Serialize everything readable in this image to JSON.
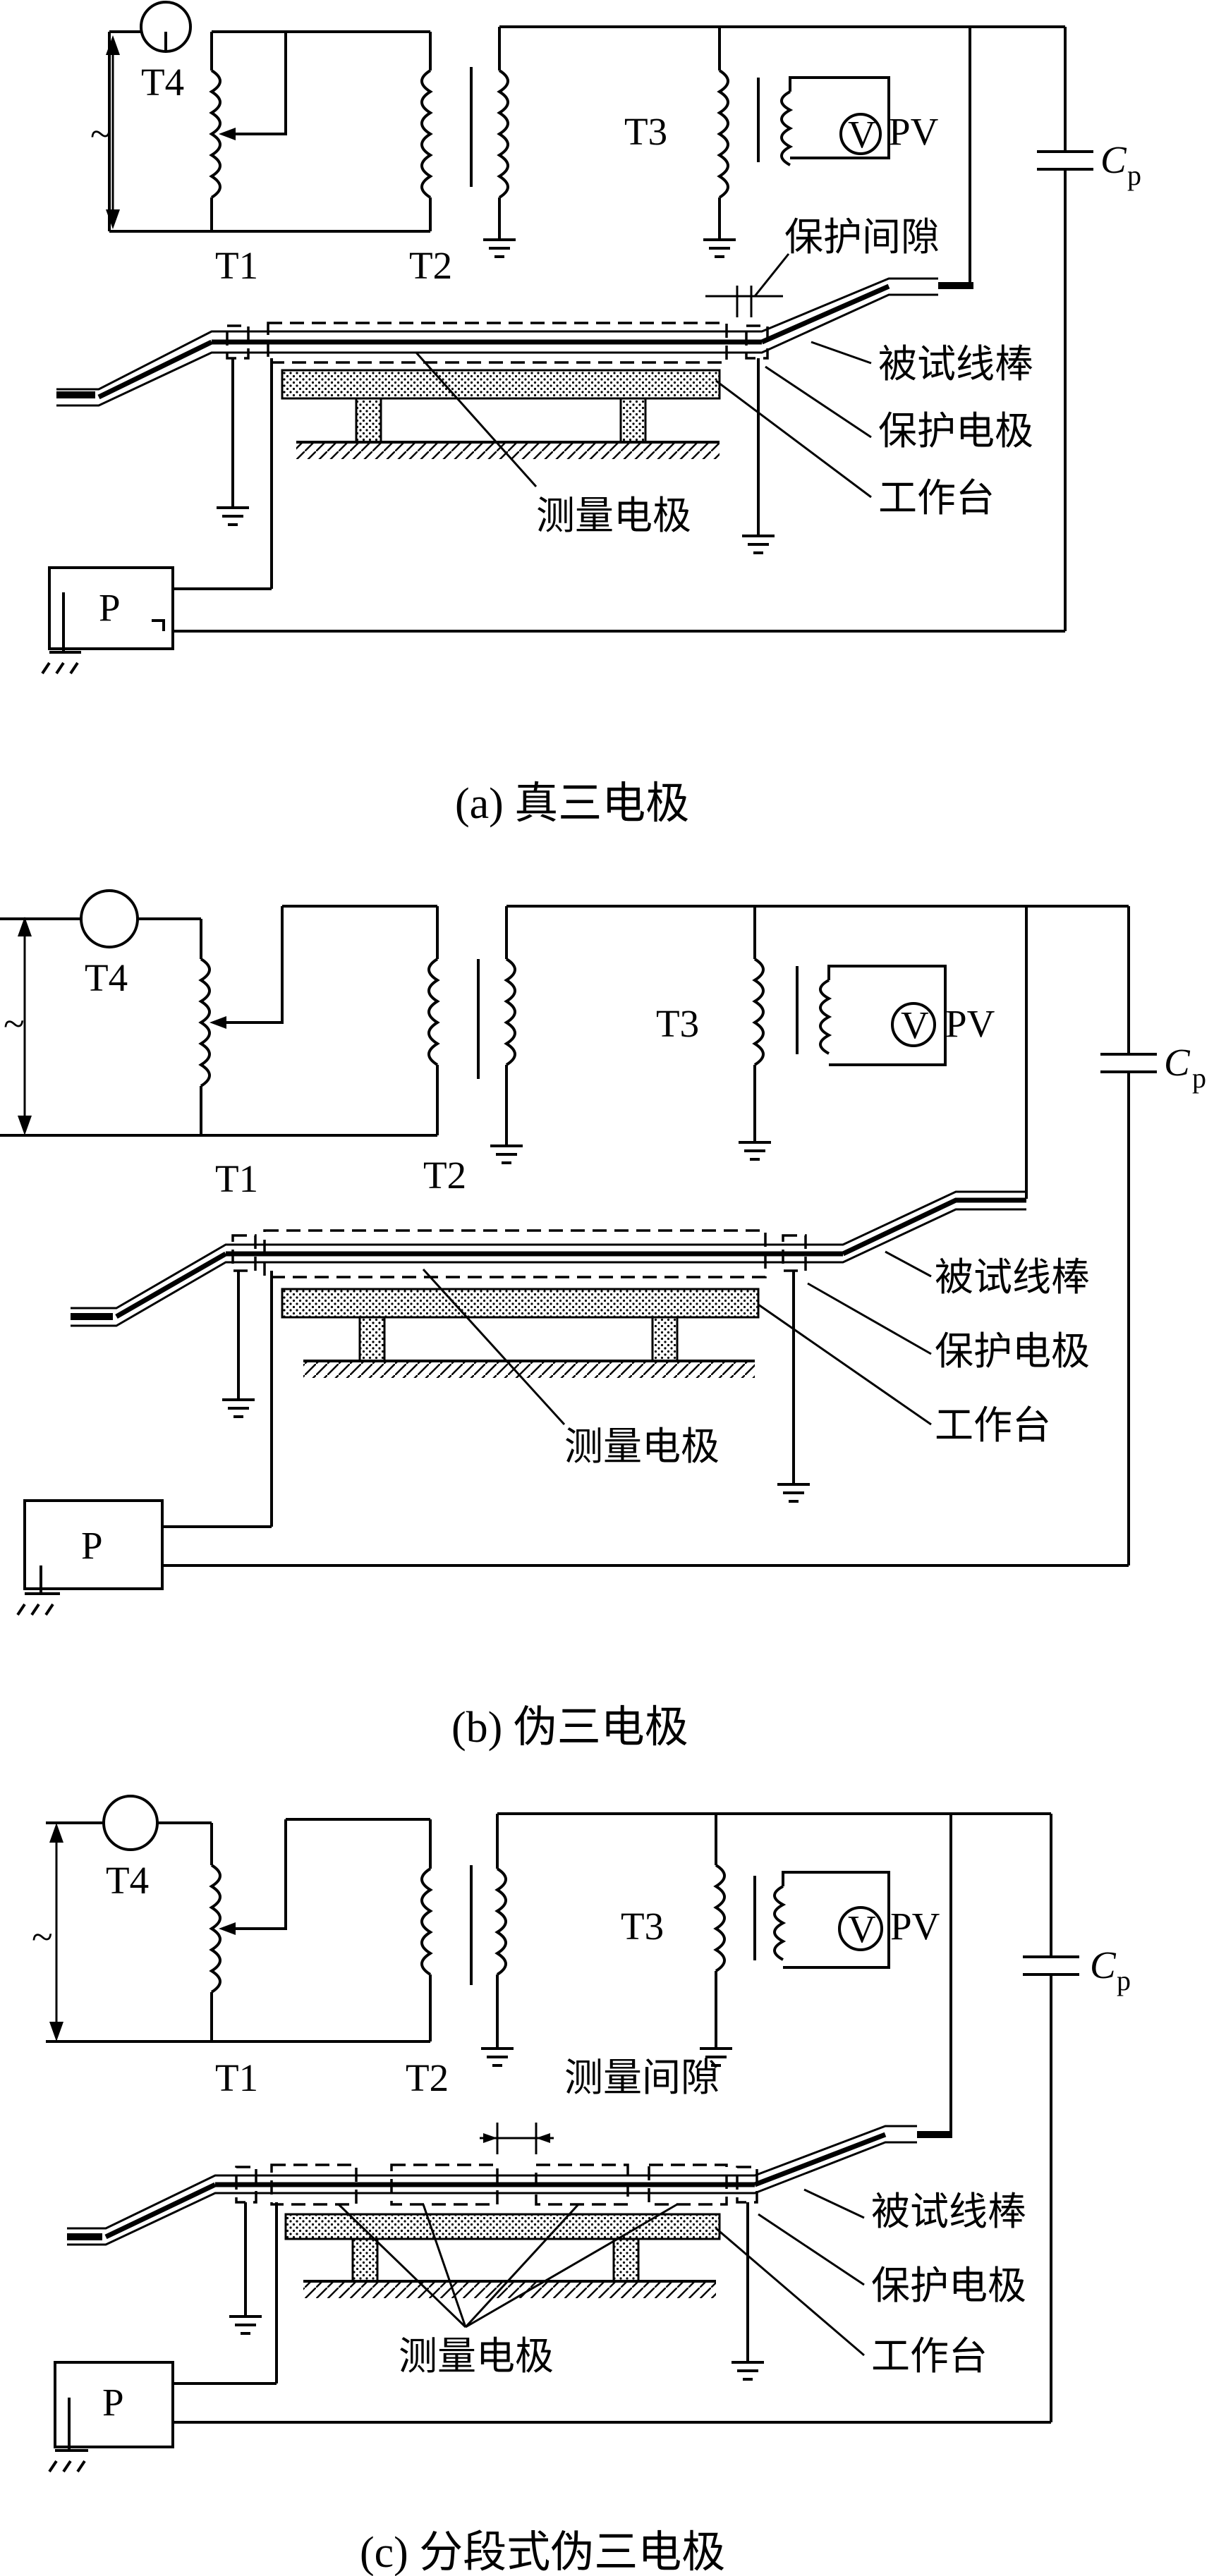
{
  "panels": [
    {
      "caption": "(a) 真三电极",
      "labels": {
        "t4": "T4",
        "t1": "T1",
        "t2": "T2",
        "t3": "T3",
        "pv": "PV",
        "v": "V",
        "cp_main": "C",
        "cp_sub": "p",
        "ac": "~",
        "p": "P",
        "gap": "保护间隙",
        "bar": "被试线棒",
        "guard": "保护电极",
        "bench": "工作台",
        "meas": "测量电极"
      }
    },
    {
      "caption": "(b) 伪三电极",
      "labels": {
        "t4": "T4",
        "t1": "T1",
        "t2": "T2",
        "t3": "T3",
        "pv": "PV",
        "v": "V",
        "cp_main": "C",
        "cp_sub": "p",
        "ac": "~",
        "p": "P",
        "gap": "",
        "bar": "被试线棒",
        "guard": "保护电极",
        "bench": "工作台",
        "meas": "测量电极"
      }
    },
    {
      "caption": "(c) 分段式伪三电极",
      "labels": {
        "t4": "T4",
        "t1": "T1",
        "t2": "T2",
        "t3": "T3",
        "pv": "PV",
        "v": "V",
        "cp_main": "C",
        "cp_sub": "p",
        "ac": "~",
        "p": "P",
        "gap": "测量间隙",
        "bar": "被试线棒",
        "guard": "保护电极",
        "bench": "工作台",
        "meas": "测量电极"
      }
    }
  ]
}
